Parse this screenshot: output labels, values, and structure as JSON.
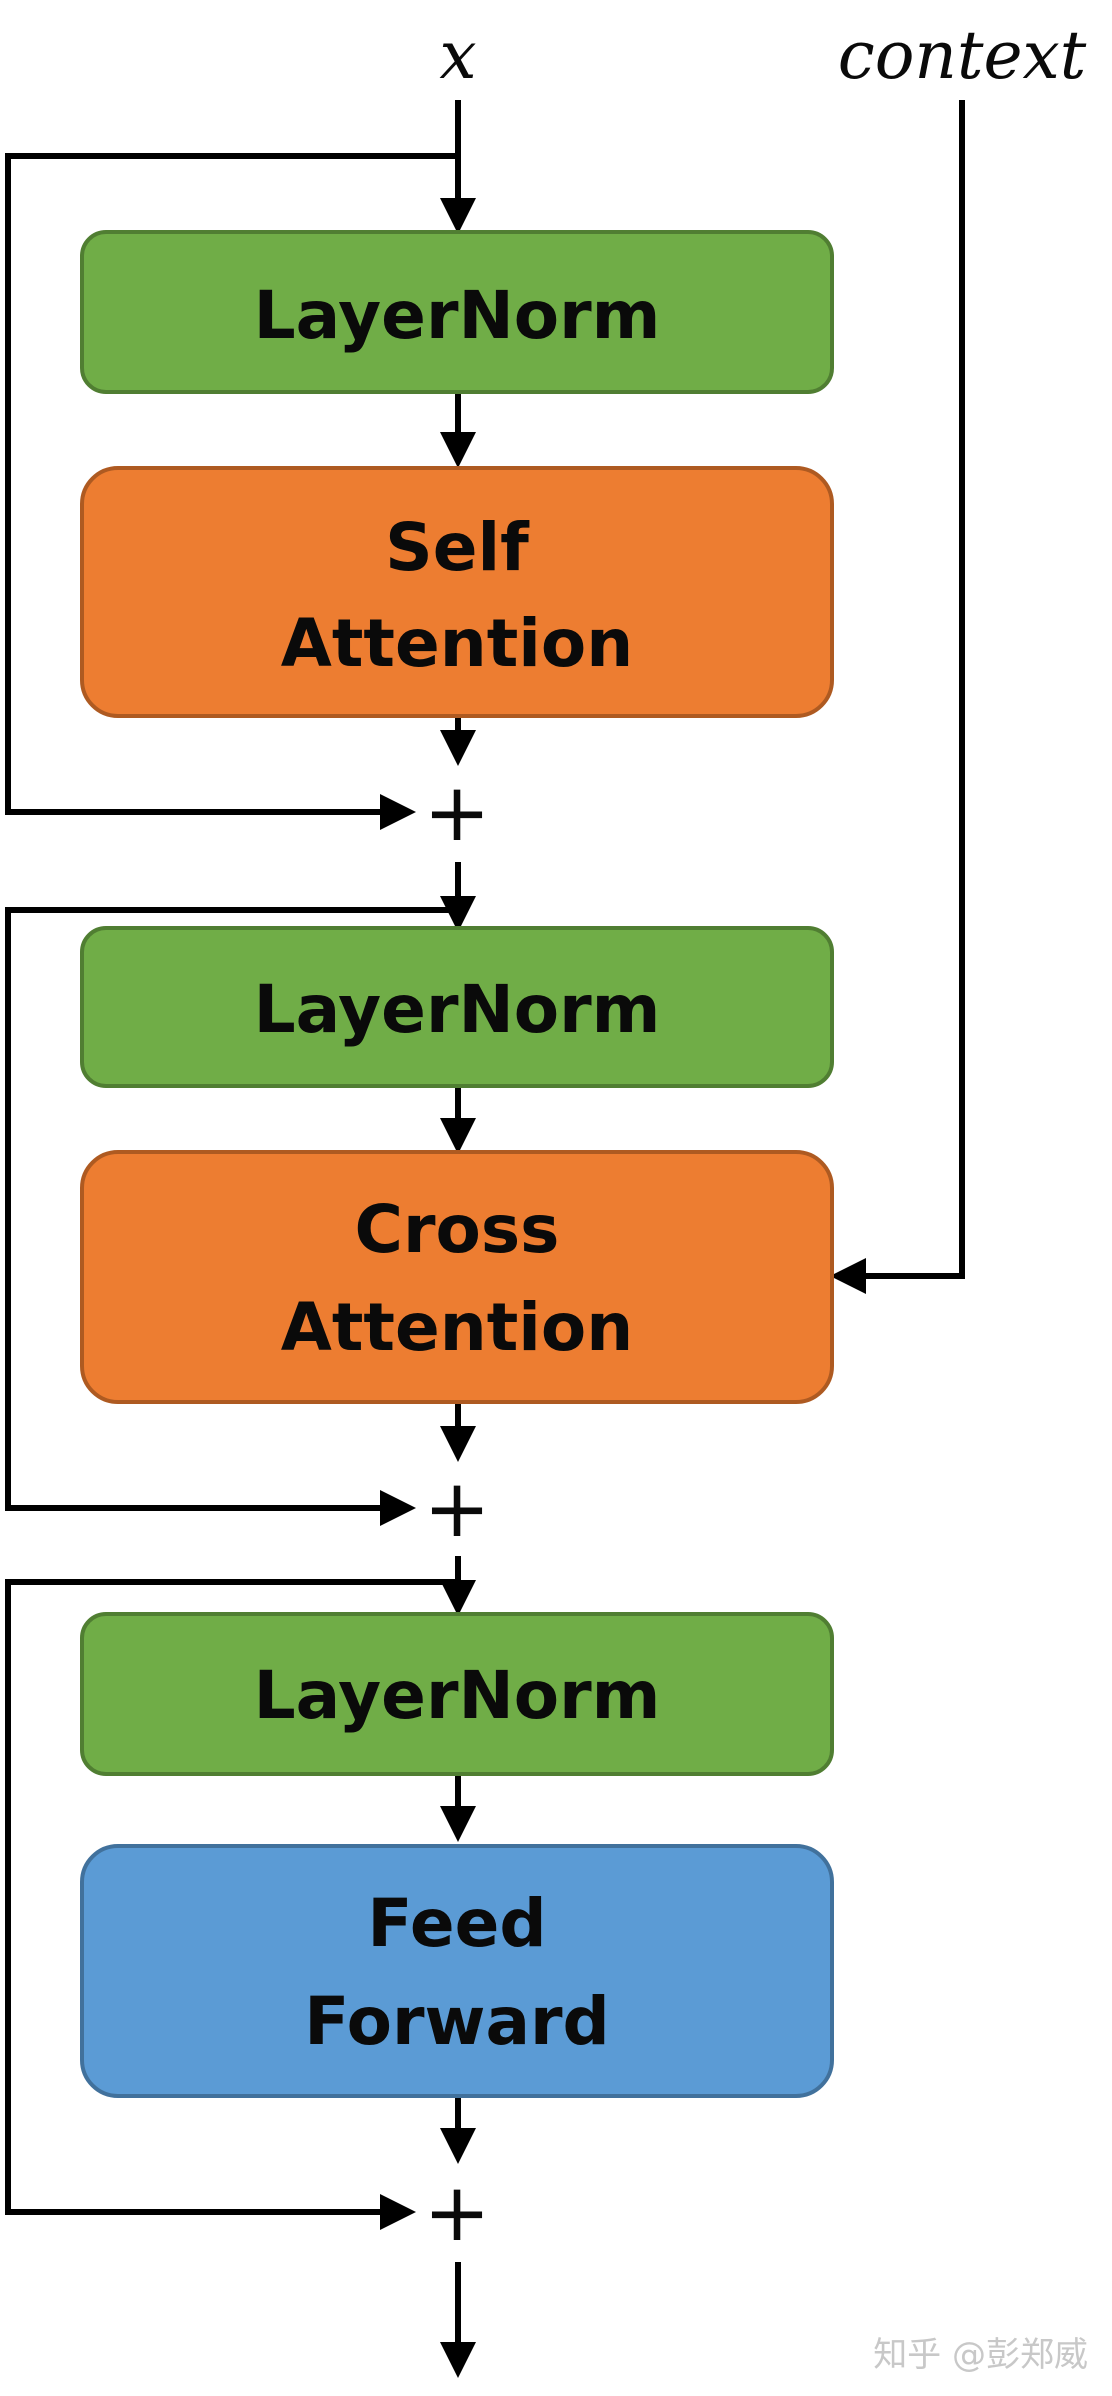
{
  "inputs": {
    "x": "x",
    "context": "context"
  },
  "blocks": {
    "layernorm1": {
      "line1": "LayerNorm"
    },
    "self_attention": {
      "line1": "Self",
      "line2": "Attention"
    },
    "layernorm2": {
      "line1": "LayerNorm"
    },
    "cross_attention": {
      "line1": "Cross",
      "line2": "Attention"
    },
    "layernorm3": {
      "line1": "LayerNorm"
    },
    "feed_forward": {
      "line1": "Feed",
      "line2": "Forward"
    }
  },
  "operators": {
    "add": "+"
  },
  "watermark": "知乎 @彭郑威",
  "colors": {
    "layernorm_fill": "#70ad47",
    "layernorm_stroke": "#507e32",
    "attention_fill": "#ed7d31",
    "attention_stroke": "#ae5a21",
    "feedforward_fill": "#5b9bd5",
    "feedforward_stroke": "#41719c"
  }
}
